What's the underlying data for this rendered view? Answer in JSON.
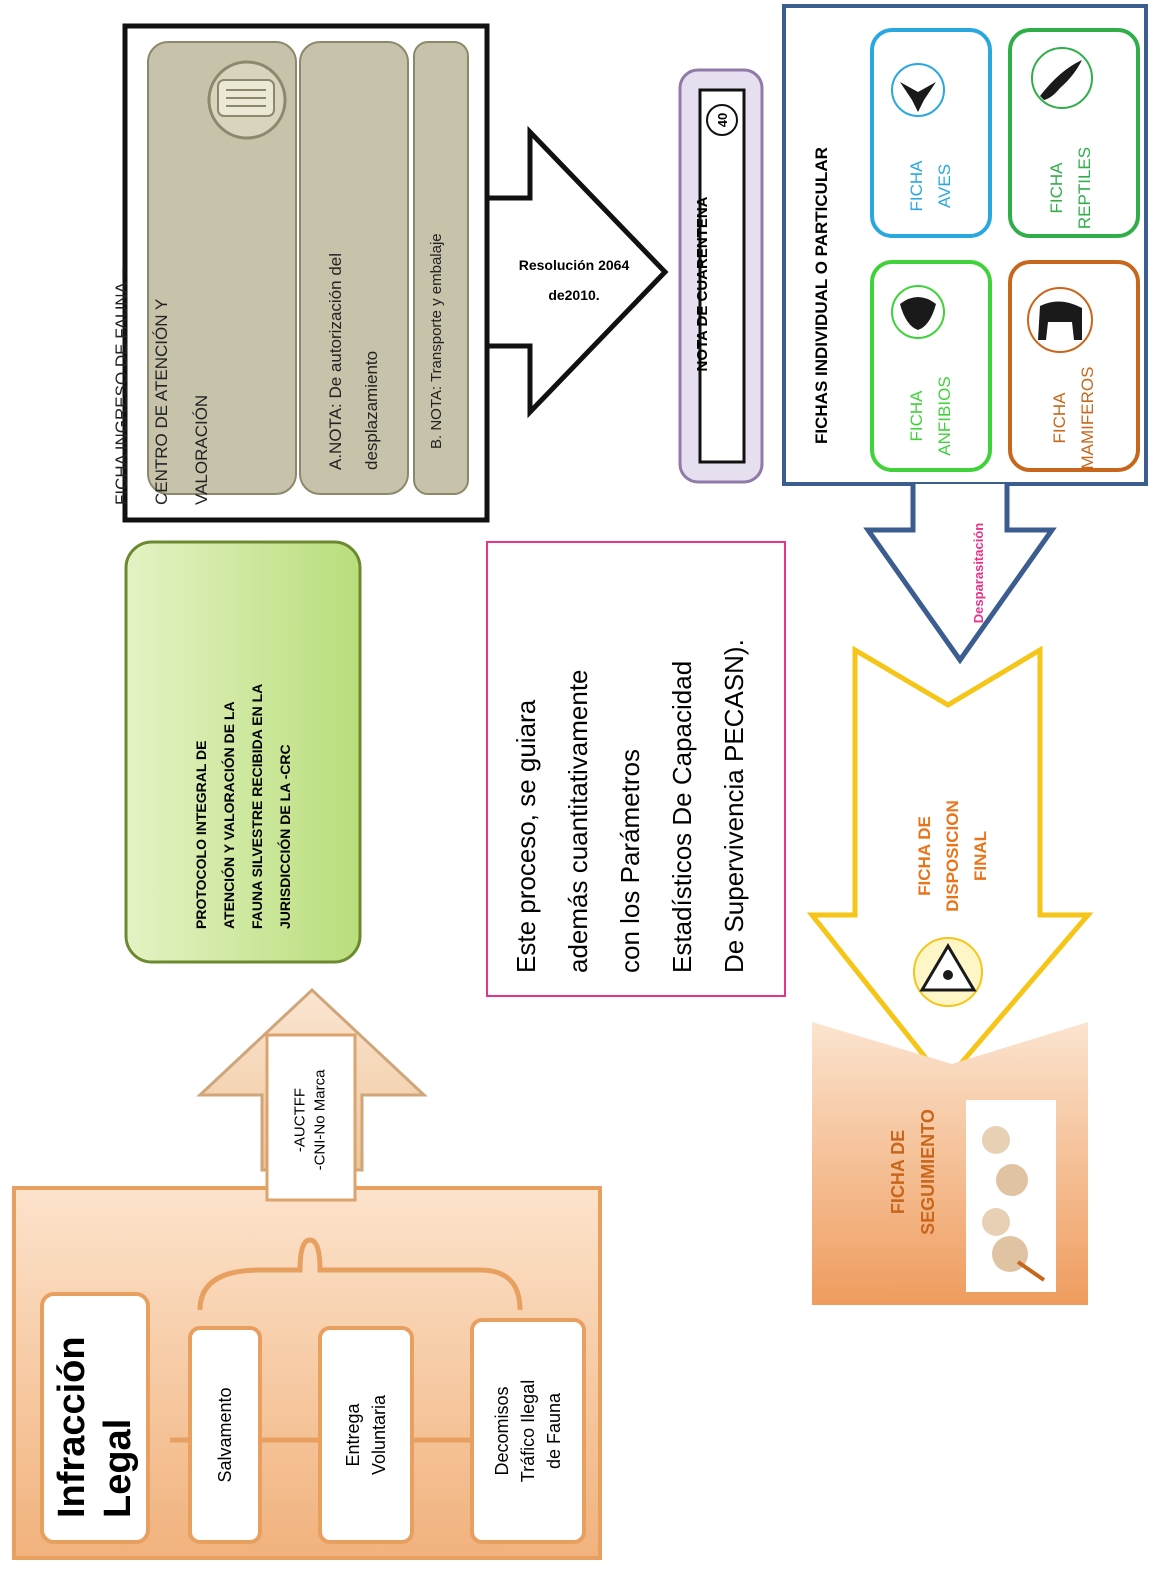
{
  "infraccion": {
    "title_line1": "Infracción",
    "title_line2": "Legal",
    "salvamento": "Salvamento",
    "entrega_line1": "Entrega",
    "entrega_line2": "Voluntaria",
    "decomisos_line1": "Decomisos",
    "decomisos_line2": "Tráfico Ilegal",
    "decomisos_line3": "de Fauna"
  },
  "arrow_up": {
    "line1": "-AUCTFF",
    "line2": "-CNI-No Marca"
  },
  "protocolo": {
    "line1": "PROTOCOLO INTEGRAL DE",
    "line2": "ATENCIÓN Y VALORACIÓN DE LA",
    "line3": "FAUNA SILVESTRE RECIBIDA EN LA",
    "line4": "JURISDICCIÓN DE LA -CRC"
  },
  "ficha_ingreso": {
    "line1": "FICHA INGRESO DE FAUNA –",
    "line2": "CENTRO DE ATENCIÓN Y",
    "line3": "VALORACIÓN",
    "nota_a_line1": "A.NOTA: De autorización del",
    "nota_a_line2": "desplazamiento",
    "nota_b": "B. NOTA: Transporte y embalaje"
  },
  "resolucion": {
    "line1": "Resolución 2064",
    "line2": "de2010."
  },
  "cuarentena": {
    "label": "NOTA DE CUARENTENA",
    "badge": "40"
  },
  "pecasn": {
    "line1": "Este proceso, se guiara",
    "line2": "además cuantitativamente",
    "line3": "con los Parámetros",
    "line4": "Estadísticos De Capacidad",
    "line5": "De Supervivencia PECASN)."
  },
  "fichas": {
    "title": "FICHAS INDIVIDUAL O PARTICULAR",
    "aves_line1": "FICHA",
    "aves_line2": "AVES",
    "reptiles_line1": "FICHA",
    "reptiles_line2": "REPTILES",
    "anfibios_line1": "FICHA",
    "anfibios_line2": "ANFIBIOS",
    "mamiferos_line1": "FICHA",
    "mamiferos_line2": "MAMIFEROS"
  },
  "desparasitacion": "Desparasitación",
  "disposicion": {
    "line1": "FICHA DE",
    "line2": "DISPOSICION",
    "line3": "FINAL"
  },
  "seguimiento": {
    "line1": "FICHA DE",
    "line2": "SEGUIMIENTO"
  },
  "colors": {
    "orange_border": "#e8a060",
    "green_fill": "#cfe9a0",
    "olive_fill": "#c7c2aa",
    "purple_border": "#8f7aa8",
    "blue": "#3b5d8f",
    "yellow": "#f5c518",
    "pink": "#e8338a"
  }
}
